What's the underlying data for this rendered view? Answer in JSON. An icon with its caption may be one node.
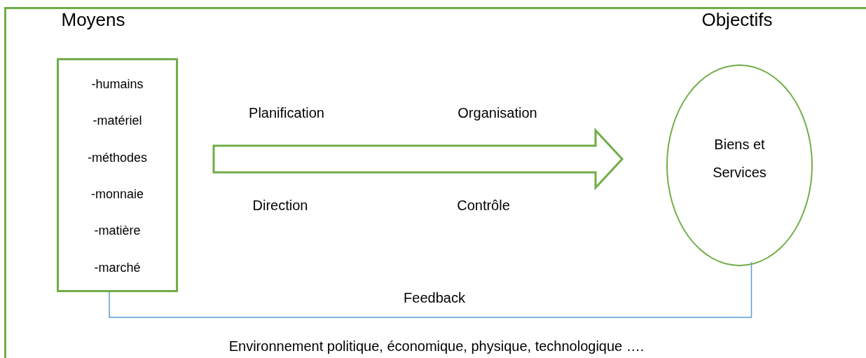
{
  "diagram": {
    "nodes": [
      {
        "text": [
          "Environnement politique, économique, physique, technologique …."
        ]
      },
      {
        "text": [
          "-humains",
          "-matériel",
          "-méthodes",
          "-monnaie",
          "-matière",
          "-marché"
        ],
        "in": 0
      },
      {
        "text": [
          "Biens et Services"
        ],
        "in": 0
      }
    ],
    "edges": [
      {
        "from": 1,
        "to": 2,
        "arrow": "to",
        "style": "thick"
      },
      {
        "from": 2,
        "to": 1,
        "arrow": "none",
        "label": "Feedback",
        "color": "#5b9bd5"
      }
    ],
    "labels": [
      "Moyens",
      "Objectifs",
      "Planification",
      "Organisation",
      "Direction",
      "Contrôle"
    ]
  }
}
